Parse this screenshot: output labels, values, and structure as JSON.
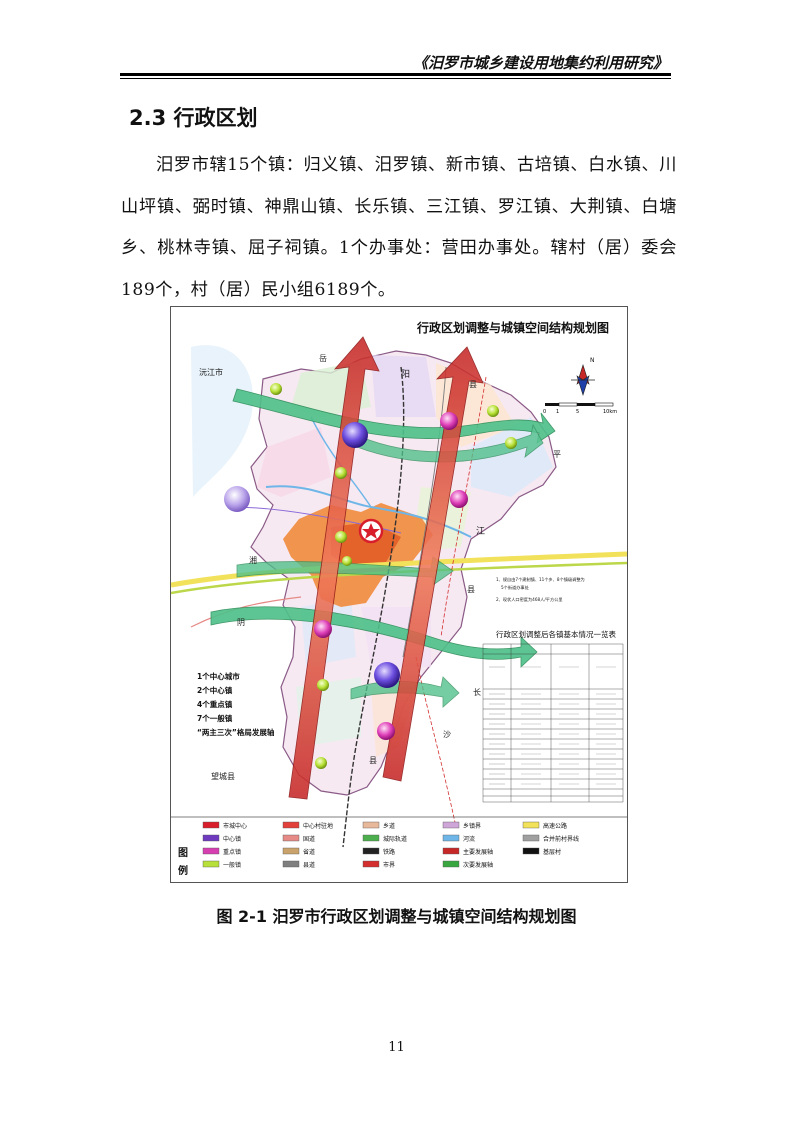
{
  "header": {
    "title": "《汨罗市城乡建设用地集约利用研究》"
  },
  "section": {
    "heading": "2.3  行政区划"
  },
  "body": {
    "paragraph": "汨罗市辖15个镇：归义镇、汨罗镇、新市镇、古培镇、白水镇、川山坪镇、弼时镇、神鼎山镇、长乐镇、三江镇、罗江镇、大荆镇、白塘乡、桃林寺镇、屈子祠镇。1个办事处：营田办事处。辖村（居）委会189个，村（居）民小组6189个。"
  },
  "figure": {
    "map_title": "行政区划调整与城镇空间结构规划图",
    "north": "N",
    "scale_ticks": [
      "0",
      "1",
      "5",
      "10km"
    ],
    "place_labels": {
      "yuanjiang": "沅江市",
      "yue": "岳",
      "yang": "阳",
      "xian_top": "县",
      "ping": "平",
      "jiang_right": "江",
      "xiang": "湘",
      "yin": "阴",
      "xian_right": "县",
      "chang": "长",
      "sha": "沙",
      "xian_bottom": "县",
      "wangcheng": "望城县"
    },
    "hierarchy": [
      "1个中心城市",
      "2个中心镇",
      "4个重点镇",
      "7个一般镇",
      "“两主三次”格局发展轴"
    ],
    "notes": [
      "1、规自由7个建制镇、11个乡、8个镇级调整为",
      "5个街道办事处",
      "2、现状人口密度为468人/平方公里"
    ],
    "table_title": "行政区划调整后各镇基本情况一览表",
    "legend_heading": "图例",
    "legend_items": [
      {
        "color": "#d81e2a",
        "label": "市城中心"
      },
      {
        "color": "#6e3bbf",
        "label": "中心镇"
      },
      {
        "color": "#d63fb0",
        "label": "重点镇"
      },
      {
        "color": "#b8e03a",
        "label": "一般镇"
      },
      {
        "color": "#e2403b",
        "label": "中心村驻地"
      },
      {
        "color": "#e58a86",
        "label": "国道"
      },
      {
        "color": "#c9a36b",
        "label": "省道"
      },
      {
        "color": "#7f7f7f",
        "label": "县道"
      },
      {
        "color": "#e8b89a",
        "label": "乡道"
      },
      {
        "color": "#4cae4c",
        "label": "城际轨道"
      },
      {
        "color": "#222222",
        "label": "铁路"
      },
      {
        "color": "#d32f2f",
        "label": "市界"
      },
      {
        "color": "#cfa6d8",
        "label": "乡镇界"
      },
      {
        "color": "#6fb6e8",
        "label": "河流"
      },
      {
        "color": "#c62828",
        "label": "主要发展轴"
      },
      {
        "color": "#3aa640",
        "label": "次要发展轴"
      },
      {
        "color": "#f2e15b",
        "label": "高速公路"
      },
      {
        "color": "#a0a0a0",
        "label": "合并前村界线"
      },
      {
        "color": "#111111",
        "label": "基层村"
      }
    ]
  },
  "caption": "图 2-1  汨罗市行政区划调整与城镇空间结构规划图",
  "page_number": "11"
}
